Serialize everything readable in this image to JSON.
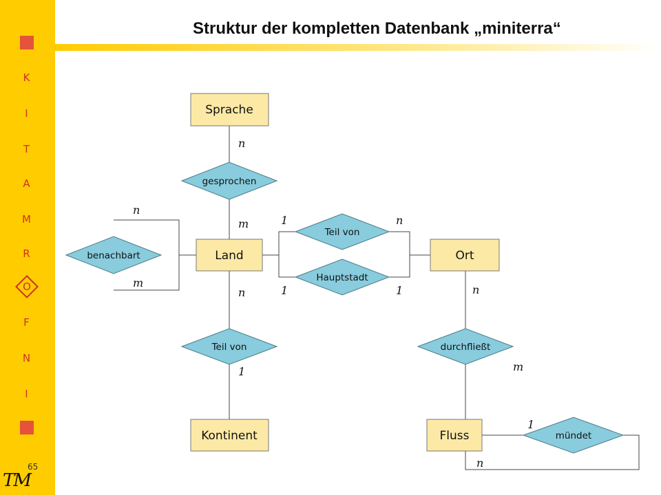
{
  "title": "Struktur der kompletten Datenbank „miniterra“",
  "page_number": "65",
  "sidebar": {
    "letters": [
      "K",
      "I",
      "T",
      "A",
      "M",
      "R",
      "O",
      "F",
      "N",
      "I"
    ],
    "logo": "TM"
  },
  "entities": {
    "sprache": "Sprache",
    "land": "Land",
    "ort": "Ort",
    "kontinent": "Kontinent",
    "fluss": "Fluss"
  },
  "relations": {
    "gesprochen": "gesprochen",
    "benachbart": "benachbart",
    "teil_von_ort": "Teil von",
    "hauptstadt": "Hauptstadt",
    "teil_von_kontinent": "Teil von",
    "durchfliesst": "durchfließt",
    "muendet": "mündet"
  },
  "cardinalities": {
    "sprache_gesprochen": "n",
    "land_gesprochen": "m",
    "benachbart_top": "n",
    "benachbart_bottom": "m",
    "teilvon_land": "1",
    "teilvon_ort": "n",
    "hauptstadt_land": "1",
    "hauptstadt_ort": "1",
    "land_kontinent_rel": "n",
    "kontinent_rel": "1",
    "ort_durchfliesst": "n",
    "fluss_durchfliesst": "m",
    "muendet_top": "1",
    "muendet_bottom": "n"
  }
}
